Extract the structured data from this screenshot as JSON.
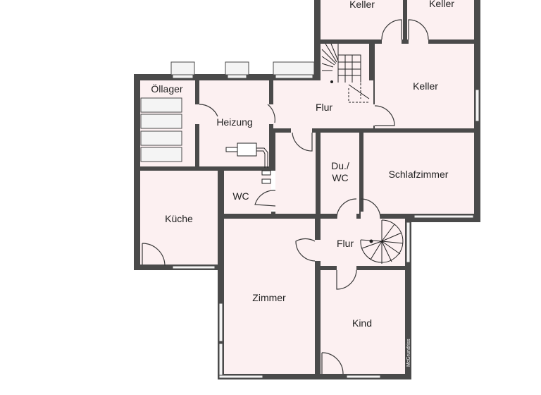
{
  "rooms": {
    "keller_top_left": "Keller",
    "keller_top_right": "Keller",
    "keller_right": "Keller",
    "oellager": "Öllager",
    "heizung": "Heizung",
    "flur_upper": "Flur",
    "du_wc_line1": "Du./",
    "du_wc_line2": "WC",
    "schlafzimmer": "Schlafzimmer",
    "wc": "WC",
    "kueche": "Küche",
    "flur_lower": "Flur",
    "zimmer": "Zimmer",
    "kind": "Kind"
  },
  "watermark": "McGrundriss",
  "colors": {
    "wall": "#4a4a4a",
    "room_fill": "#fcf0f1"
  }
}
